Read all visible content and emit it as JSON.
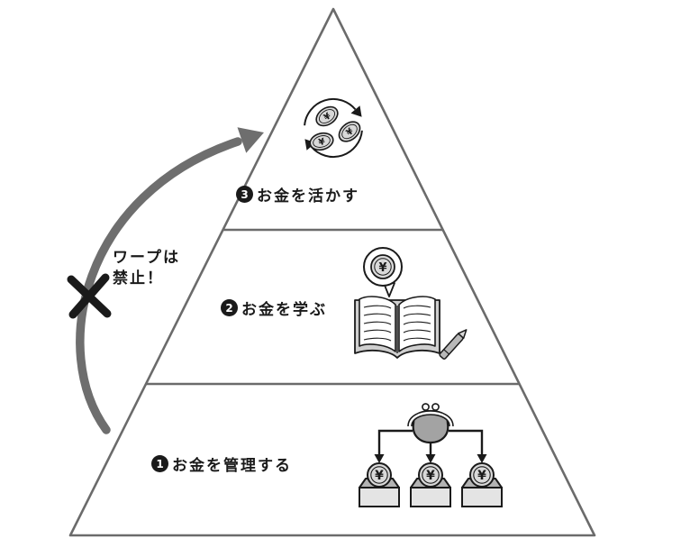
{
  "diagram": {
    "type": "pyramid",
    "levels": [
      {
        "number": "1",
        "label": "お金を管理する",
        "icon": "purse-distributing-coins-into-boxes"
      },
      {
        "number": "2",
        "label": "お金を学ぶ",
        "icon": "open-book-with-yen-speech-bubble-and-pen"
      },
      {
        "number": "3",
        "label": "お金を活かす",
        "icon": "circulating-yen-coins-cycle"
      }
    ],
    "annotation": {
      "line1": "ワープは",
      "line2": "禁止！"
    },
    "currency_symbol": "¥"
  },
  "colors": {
    "background": "#ffffff",
    "outline": "#6b6b6b",
    "arrow": "#6e6e6e",
    "ink": "#1a1a1a",
    "coin_fill": "#d9d9d9",
    "purse_fill": "#a3a3a3",
    "box_front": "#e4e4e4",
    "box_top": "#b3b3b3",
    "book_cover": "#cfcfcf",
    "pen_fill": "#b8b8b8"
  }
}
